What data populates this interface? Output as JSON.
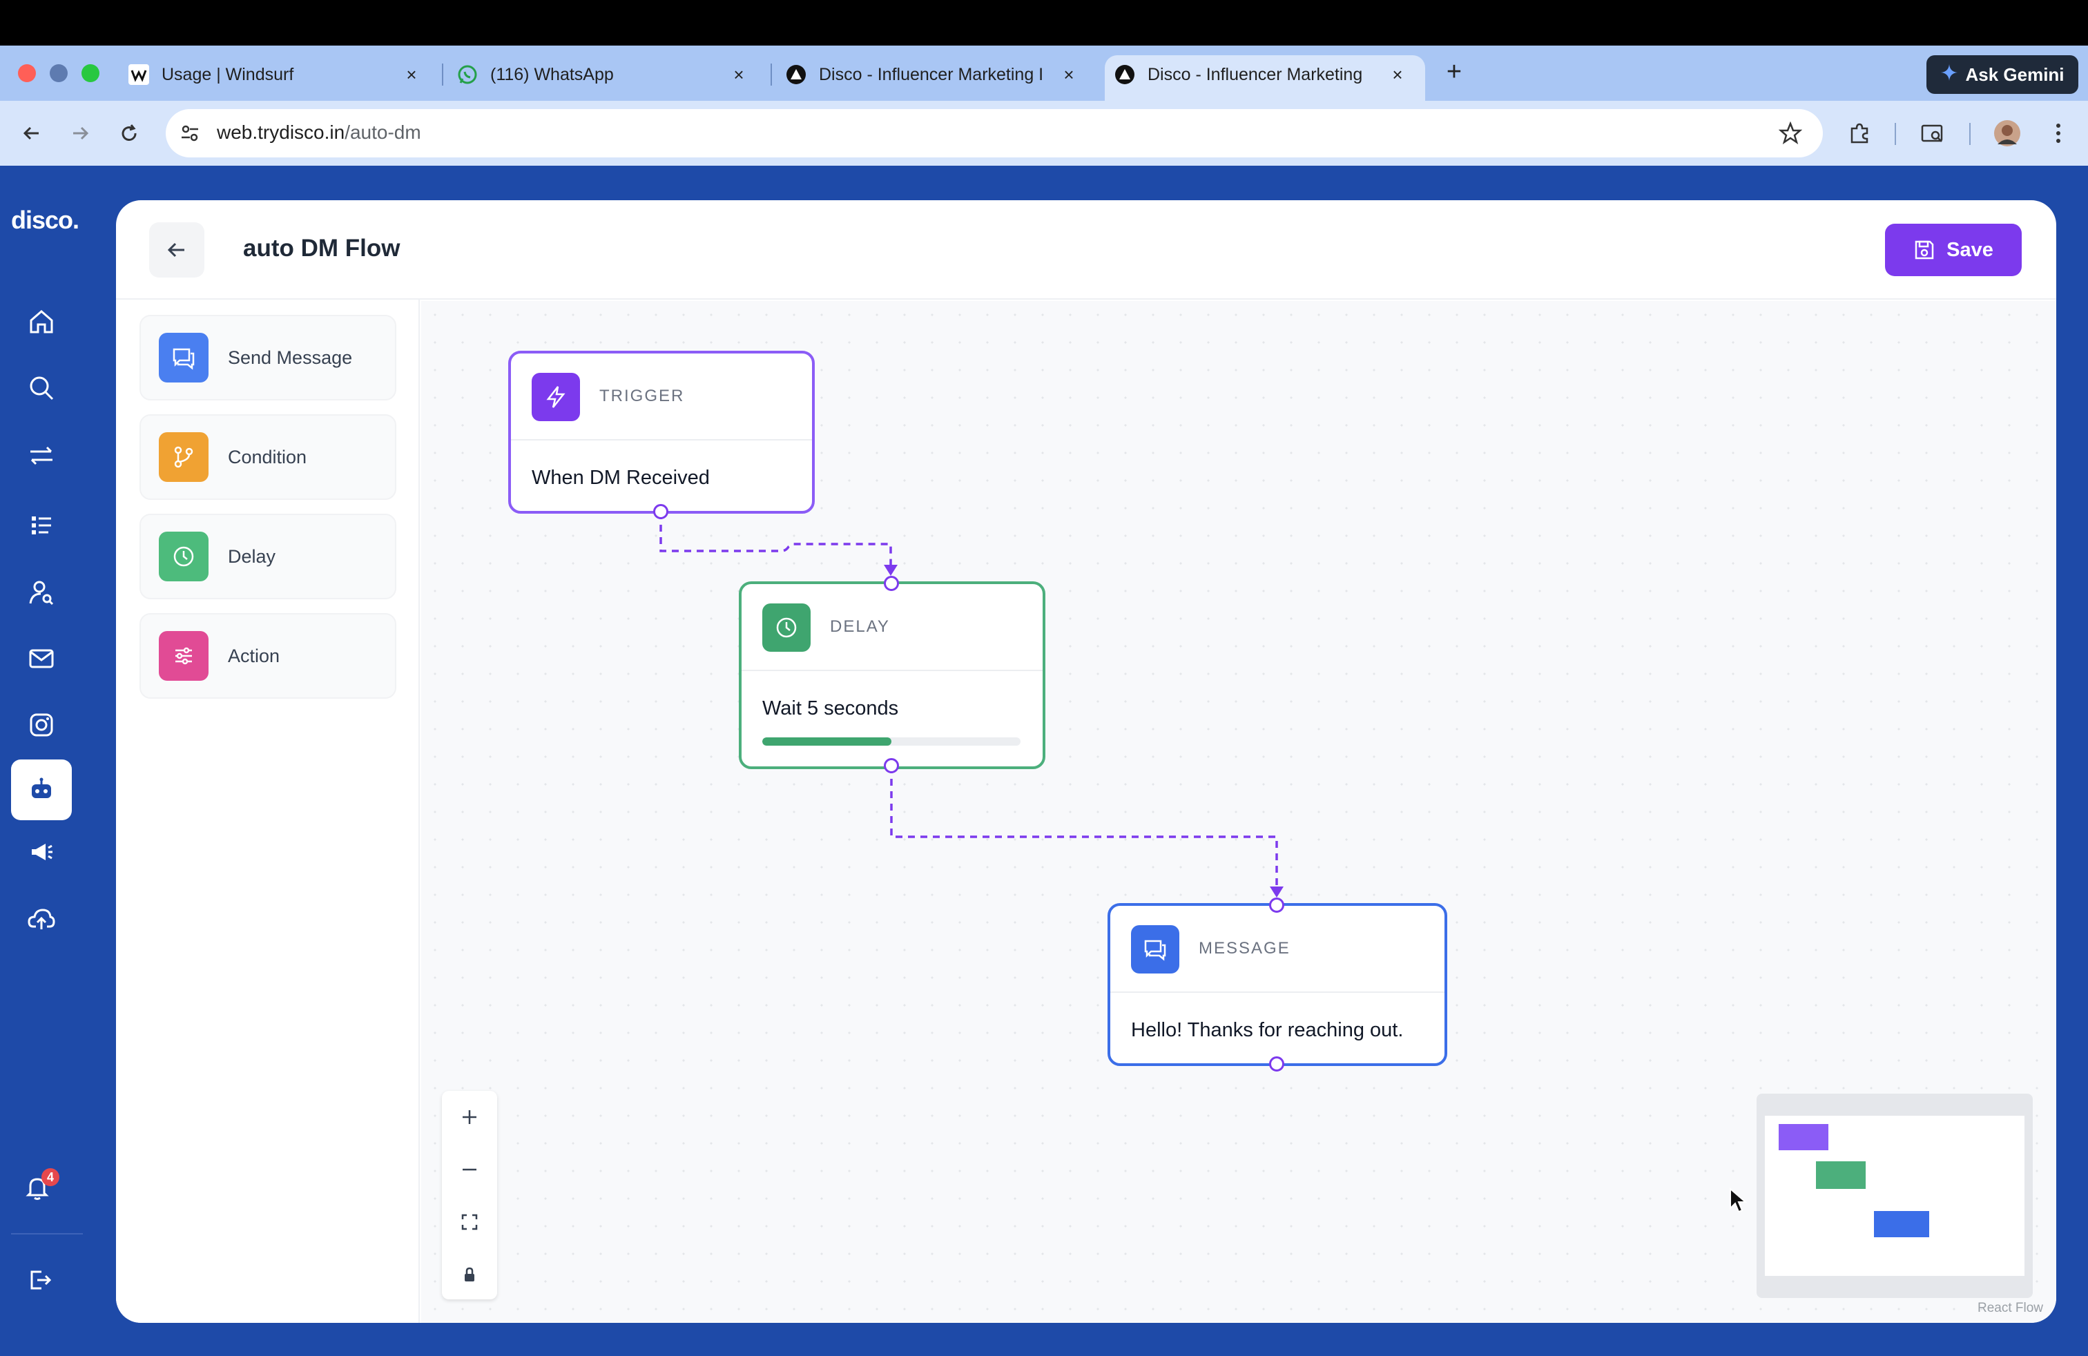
{
  "browser": {
    "tabs": [
      {
        "title": "Usage | Windsurf"
      },
      {
        "title": "(116) WhatsApp"
      },
      {
        "title": "Disco - Influencer Marketing I"
      },
      {
        "title": "Disco - Influencer Marketing I"
      }
    ],
    "new_tab": "+",
    "ask_gemini": "Ask Gemini",
    "url_host": "web.trydisco.in",
    "url_path": "/auto-dm"
  },
  "app": {
    "logo": "disco.",
    "notifications_count": "4"
  },
  "header": {
    "title": "auto DM Flow",
    "save_label": "Save"
  },
  "palette": {
    "items": [
      {
        "label": "Send Message",
        "color": "#4a7ff0"
      },
      {
        "label": "Condition",
        "color": "#f0a233"
      },
      {
        "label": "Delay",
        "color": "#4dbb7c"
      },
      {
        "label": "Action",
        "color": "#e14b95"
      }
    ]
  },
  "flow": {
    "nodes": [
      {
        "type": "TRIGGER",
        "text": "When DM Received",
        "color": "#8b5cf6"
      },
      {
        "type": "DELAY",
        "text": "Wait 5 seconds",
        "color": "#4caf7c",
        "progress": 0.5
      },
      {
        "type": "MESSAGE",
        "text": "Hello! Thanks for reaching out.",
        "color": "#3b6ee8"
      }
    ]
  },
  "canvas": {
    "attribution": "React Flow"
  }
}
